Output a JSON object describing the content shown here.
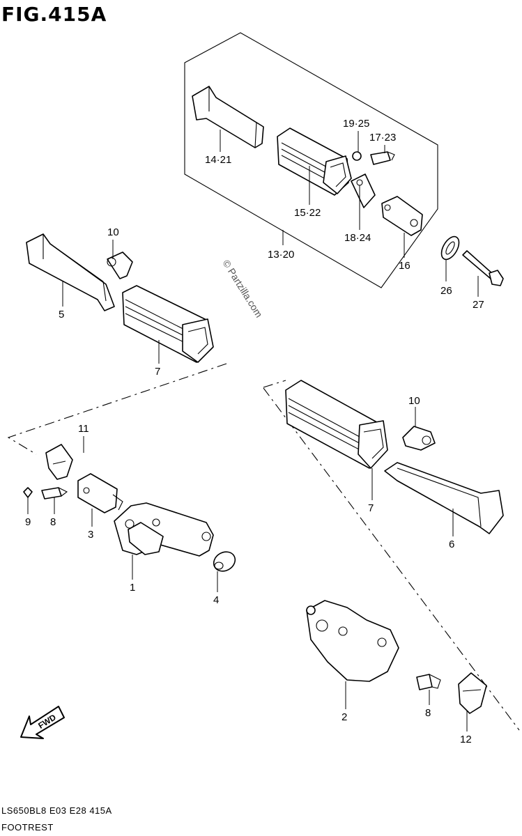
{
  "figure": {
    "title": "FIG.415A",
    "model_code": "LS650BL8  E03  E28  415A",
    "caption": "FOOTREST",
    "watermark": "© Partzilla.com",
    "fwd_label": "FWD"
  },
  "callouts": [
    {
      "id": "c1",
      "text": "1"
    },
    {
      "id": "c2",
      "text": "2"
    },
    {
      "id": "c3",
      "text": "3"
    },
    {
      "id": "c4",
      "text": "4"
    },
    {
      "id": "c5",
      "text": "5"
    },
    {
      "id": "c6",
      "text": "6"
    },
    {
      "id": "c7a",
      "text": "7"
    },
    {
      "id": "c7b",
      "text": "7"
    },
    {
      "id": "c8a",
      "text": "8"
    },
    {
      "id": "c8b",
      "text": "8"
    },
    {
      "id": "c9",
      "text": "9"
    },
    {
      "id": "c10a",
      "text": "10"
    },
    {
      "id": "c10b",
      "text": "10"
    },
    {
      "id": "c11",
      "text": "11"
    },
    {
      "id": "c12",
      "text": "12"
    },
    {
      "id": "c13",
      "text": "13·20"
    },
    {
      "id": "c14",
      "text": "14·21"
    },
    {
      "id": "c15",
      "text": "15·22"
    },
    {
      "id": "c16",
      "text": "16"
    },
    {
      "id": "c17",
      "text": "17·23"
    },
    {
      "id": "c18",
      "text": "18·24"
    },
    {
      "id": "c19",
      "text": "19·25"
    },
    {
      "id": "c26",
      "text": "26"
    },
    {
      "id": "c27",
      "text": "27"
    }
  ]
}
